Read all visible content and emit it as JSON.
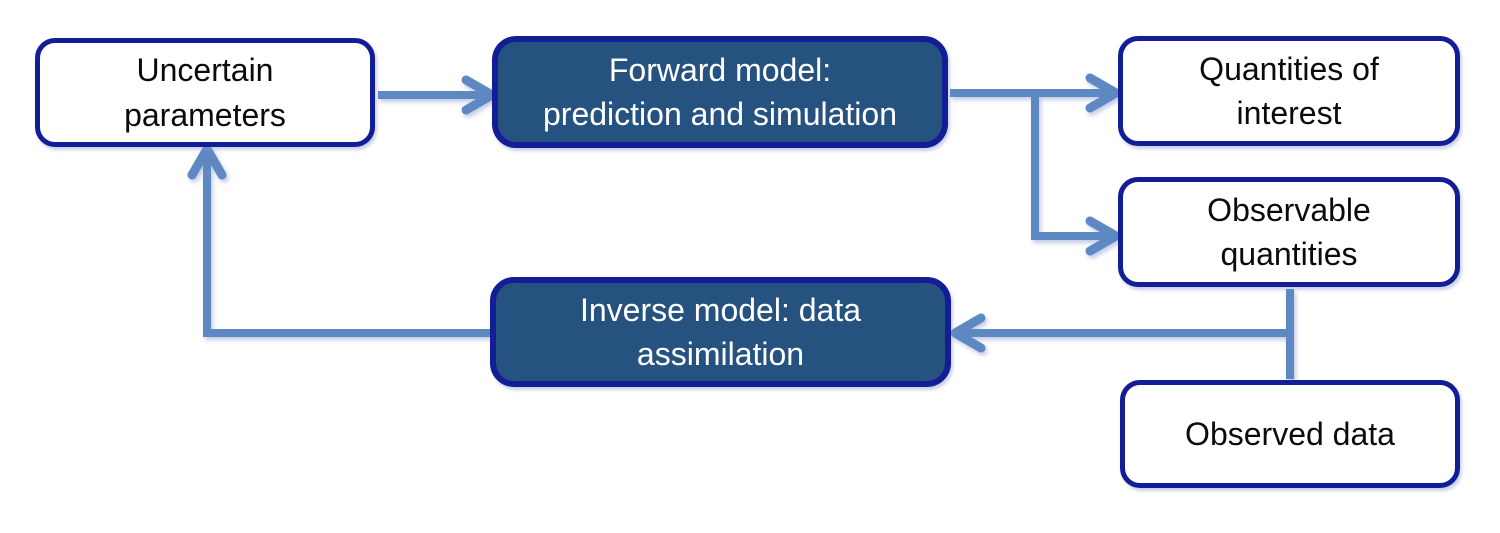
{
  "diagram": {
    "type": "flowchart",
    "nodes": [
      {
        "id": "uncertain-parameters",
        "label": "Uncertain\nparameters",
        "style": "light"
      },
      {
        "id": "forward-model",
        "label": "Forward model:\nprediction and simulation",
        "style": "dark"
      },
      {
        "id": "quantities-of-interest",
        "label": "Quantities of\ninterest",
        "style": "light"
      },
      {
        "id": "observable-quantities",
        "label": "Observable\nquantities",
        "style": "light"
      },
      {
        "id": "inverse-model",
        "label": "Inverse model: data\nassimilation",
        "style": "dark"
      },
      {
        "id": "observed-data",
        "label": "Observed data",
        "style": "light"
      }
    ],
    "edges": [
      {
        "from": "uncertain-parameters",
        "to": "forward-model"
      },
      {
        "from": "forward-model",
        "to": "quantities-of-interest"
      },
      {
        "from": "forward-model",
        "to": "observable-quantities"
      },
      {
        "from": "observable-quantities",
        "to": "inverse-model"
      },
      {
        "from": "observed-data",
        "to": "inverse-model"
      },
      {
        "from": "inverse-model",
        "to": "uncertain-parameters"
      }
    ],
    "colors": {
      "navy": "#121d96",
      "dark_fill": "#26527f",
      "arrow": "#5e88c2",
      "text_dark": "#0b0b0b",
      "text_light": "#ffffff",
      "bg": "#ffffff"
    }
  }
}
